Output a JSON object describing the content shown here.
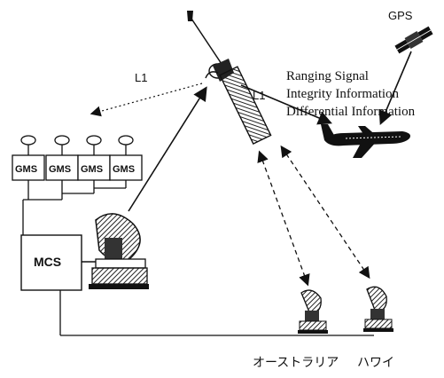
{
  "labels": {
    "gps": "GPS",
    "l1_left": "L1",
    "l1_right": "L1",
    "ranging_signal": "Ranging Signal",
    "integrity_information": "Integrity Information",
    "differential_information": "Differential Information",
    "gms_1": "GMS",
    "gms_2": "GMS",
    "gms_3": "GMS",
    "gms_4": "GMS",
    "mcs": "MCS",
    "australia": "オーストラリア",
    "hawaii": "ハワイ"
  },
  "icons": [
    "geo-satellite-icon",
    "gps-satellite-icon",
    "airplane-icon",
    "satellite-dish-icon",
    "uplink-station-icon",
    "antenna-icon"
  ]
}
